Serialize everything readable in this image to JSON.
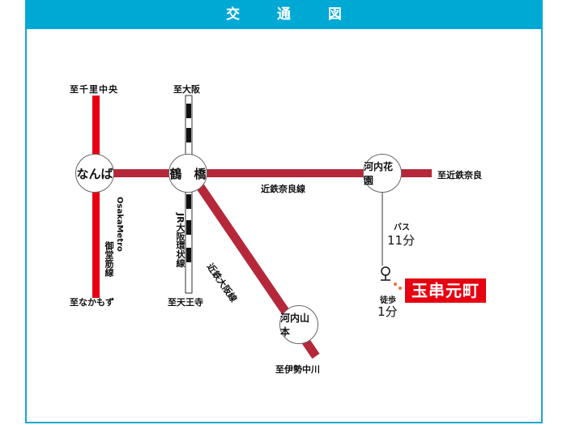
{
  "header": {
    "title": "交 通 図"
  },
  "colors": {
    "header": "#00a8d4",
    "frame": "#1fa6c8",
    "midosuji": "#e60012",
    "kintetsu": "#b5283a",
    "destination": "#e60012"
  },
  "stations": {
    "namba": "なんば",
    "tsuruhashi": "鶴　橋",
    "kawachi_hanazono": "河内花園",
    "kawachi_yamamoto": "河内山本"
  },
  "directions": {
    "senri_chuo": "至千里中央",
    "osaka": "至大阪",
    "nakamozu": "至なかもず",
    "tennoji": "至天王寺",
    "kintetsu_nara": "至近鉄奈良",
    "ise_nakagawa": "至伊勢中川"
  },
  "lines": {
    "midosuji_en": "OsakaMetro",
    "midosuji_jp": "御堂筋線",
    "jr_loop": "JR大阪環状線",
    "kintetsu_nara": "近鉄奈良線",
    "kintetsu_osaka": "近鉄大阪線"
  },
  "access": {
    "bus_label": "バス",
    "bus_time": "11分",
    "walk_label": "徒歩",
    "walk_time": "1分",
    "destination": "玉串元町"
  }
}
